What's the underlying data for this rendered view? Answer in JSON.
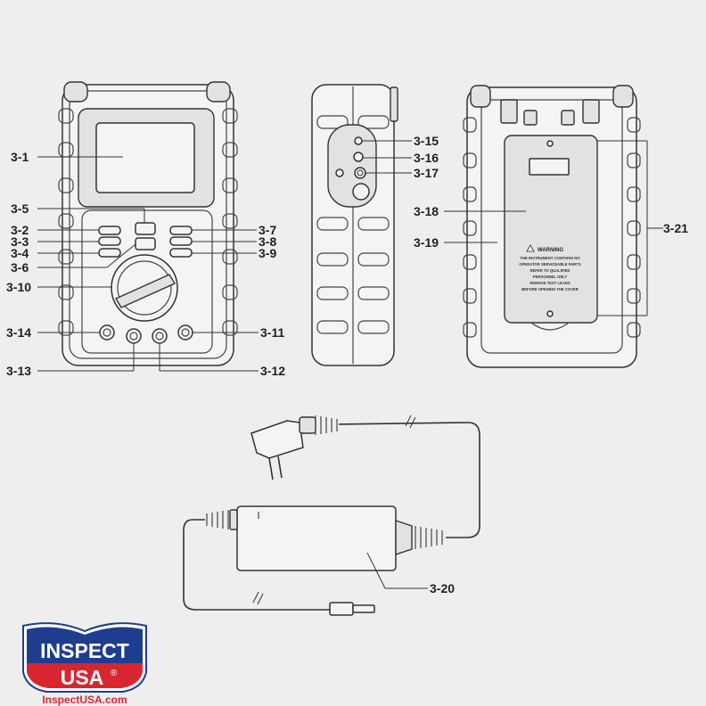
{
  "colors": {
    "logo_blue": "#1f3d8f",
    "logo_red": "#d8262f",
    "line": "#444444",
    "background": "#eeeeee"
  },
  "callouts": {
    "c3_1": "3-1",
    "c3_2": "3-2",
    "c3_3": "3-3",
    "c3_4": "3-4",
    "c3_5": "3-5",
    "c3_6": "3-6",
    "c3_7": "3-7",
    "c3_8": "3-8",
    "c3_9": "3-9",
    "c3_10": "3-10",
    "c3_11": "3-11",
    "c3_12": "3-12",
    "c3_13": "3-13",
    "c3_14": "3-14",
    "c3_15": "3-15",
    "c3_16": "3-16",
    "c3_17": "3-17",
    "c3_18": "3-18",
    "c3_19": "3-19",
    "c3_20": "3-20",
    "c3_21": "3-21"
  },
  "warning_label": {
    "title": "WARNING",
    "line1": "THE INSTRUMENT CONTAINS NO",
    "line2": "OPERATOR SERVICEABLE PARTS",
    "line3": "REFER TO QUALIFIED",
    "line4": "PERSONNEL ONLY",
    "line5": "REMOVE TEST LEADS",
    "line6": "BEFORE OPENING THE COVER"
  },
  "logo": {
    "line1": "INSPECT",
    "line2": "USA",
    "registered": "®",
    "url": "InspectUSA.com"
  }
}
